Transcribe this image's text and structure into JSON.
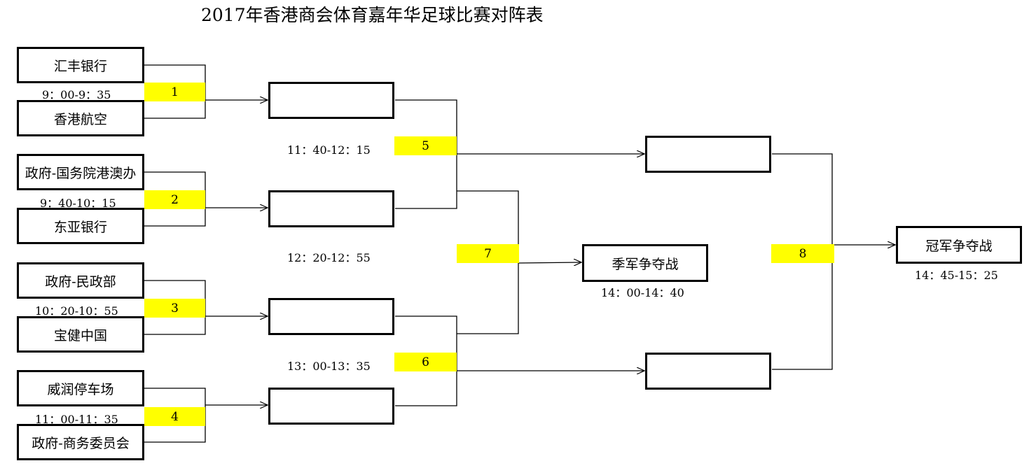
{
  "title": "2017年香港商会体育嘉年华足球比赛对阵表",
  "teams": [
    "汇丰银行",
    "香港航空",
    "政府-国务院港澳办",
    "东亚银行",
    "政府-民政部",
    "宝健中国",
    "威润停车场",
    "政府-商务委员会"
  ],
  "matches": [
    {
      "number": "1",
      "time": "9：00-9：35"
    },
    {
      "number": "2",
      "time": "9：40-10：15"
    },
    {
      "number": "3",
      "time": "10：20-10：55"
    },
    {
      "number": "4",
      "time": "11：00-11：35"
    },
    {
      "number": "5",
      "time": "11：40-12：15"
    },
    {
      "number": "6",
      "time": "13：00-13：35"
    },
    {
      "number": "7",
      "time": "12：20-12：55"
    },
    {
      "number": "8",
      "time": "14：45-15：25"
    }
  ],
  "third_place": {
    "label": "季军争夺战",
    "time": "14：00-14：40"
  },
  "final": {
    "label": "冠军争夺战"
  },
  "colors": {
    "highlight": "#ffff00",
    "line": "#000000"
  }
}
